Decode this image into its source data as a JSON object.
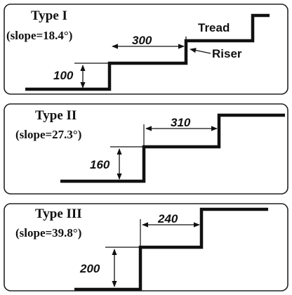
{
  "panels": [
    {
      "type_label": "Type I",
      "slope_label": "(slope=18.4°)",
      "tread_value": "300",
      "riser_value": "100",
      "tread_label": "Tread",
      "riser_label": "Riser"
    },
    {
      "type_label": "Type II",
      "slope_label": "(slope=27.3°)",
      "tread_value": "310",
      "riser_value": "160"
    },
    {
      "type_label": "Type III",
      "slope_label": "(slope=39.8°)",
      "tread_value": "240",
      "riser_value": "200"
    }
  ]
}
